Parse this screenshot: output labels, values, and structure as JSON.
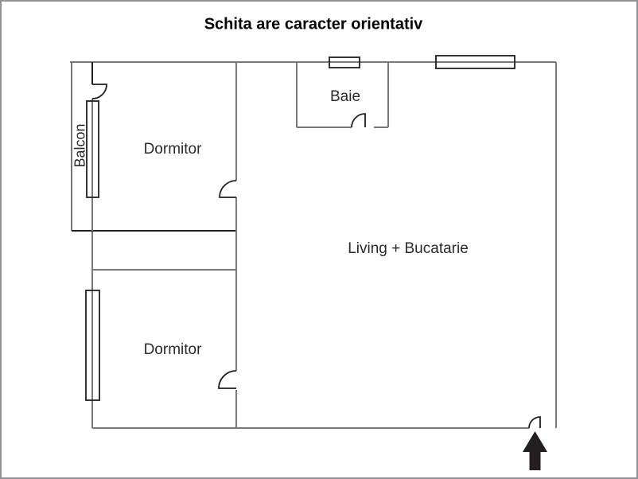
{
  "title": "Schita are caracter orientativ",
  "rooms": {
    "balcony": {
      "label": "Balcon"
    },
    "bedroom_top": {
      "label": "Dormitor"
    },
    "bedroom_bottom": {
      "label": "Dormitor"
    },
    "bathroom": {
      "label": "Baie"
    },
    "living": {
      "label": "Living + Bucatarie"
    }
  },
  "icons": {
    "entrance_arrow": "arrow-up"
  },
  "colors": {
    "bg": "#ffffff",
    "frame": "#909295",
    "wall": "#77787b",
    "feature": "#231f20",
    "text": "#2b2b2c",
    "title": "#000000"
  }
}
